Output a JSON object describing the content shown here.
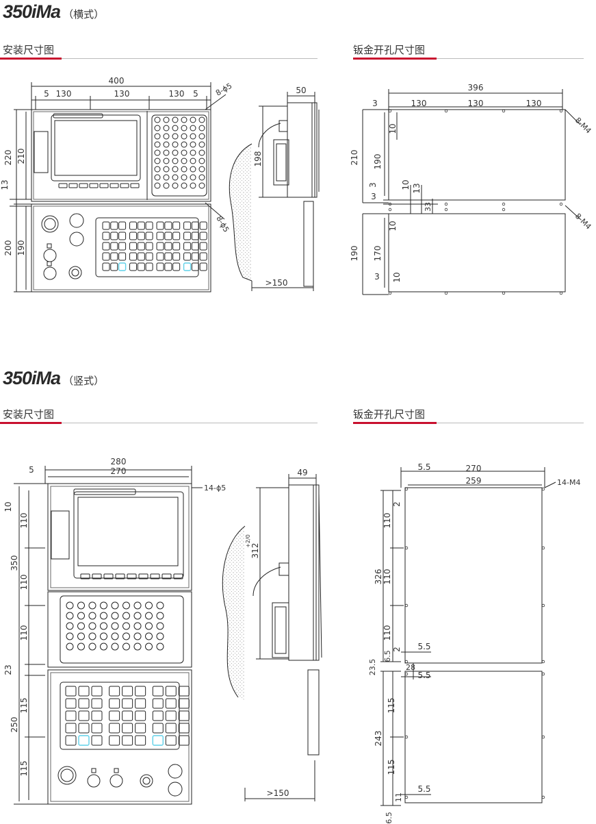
{
  "section1": {
    "model": "350iMa",
    "variant": "（横式）",
    "install_label": "安装尺寸图",
    "cutout_label": "钣金开孔尺寸图",
    "install_dims": {
      "w400": "400",
      "w5a": "5",
      "w130a": "130",
      "w130b": "130",
      "w130c": "130",
      "w5b": "5",
      "holes": "8-ϕ5",
      "holes2": "8-ϕ5",
      "h220": "220",
      "h210": "210",
      "h13": "13",
      "h200": "200",
      "h190": "190",
      "side50": "50",
      "side198": "198",
      "side150": ">150"
    },
    "cutout_dims": {
      "w396": "396",
      "w3": "3",
      "w130a": "130",
      "w130b": "130",
      "w130c": "130",
      "m4a": "8-M4",
      "m4b": "8-M4",
      "h210": "210",
      "h190": "190",
      "h10": "10",
      "h3a": "3",
      "h10b": "10",
      "h13": "13",
      "h3b": "3",
      "h33": "33",
      "h190b": "190",
      "h170": "170",
      "h10c": "10",
      "h3c": "3",
      "h10d": "10"
    }
  },
  "section2": {
    "model": "350iMa",
    "variant": "（竖式）",
    "install_label": "安装尺寸图",
    "cutout_label": "钣金开孔尺寸图",
    "install_dims": {
      "w280": "280",
      "w270": "270",
      "w5": "5",
      "holes": "14-ϕ5",
      "h10": "10",
      "h110a": "110",
      "h350": "350",
      "h110b": "110",
      "h110c": "110",
      "h23": "23",
      "h115a": "115",
      "h250": "250",
      "h115b": "115",
      "side49": "49",
      "side312": "312",
      "side312tol": "+2/0",
      "side150": ">150"
    },
    "cutout_dims": {
      "w5_5a": "5.5",
      "w270": "270",
      "w259": "259",
      "m4": "14-M4",
      "h2a": "2",
      "h110a": "110",
      "h326": "326",
      "h110b": "110",
      "h110c": "110",
      "h2b": "2",
      "h5_5b": "5.5",
      "h6_5a": "6.5",
      "h23_5": "23.5",
      "h28": "28",
      "h5_5c": "5.5",
      "h115a": "115",
      "h243": "243",
      "h115b": "115",
      "h11": "11",
      "h5_5d": "5.5",
      "h6_5b": "6.5"
    }
  },
  "colors": {
    "accent": "#c8102e",
    "line": "#222222",
    "rule": "#bbbbbb",
    "highlight": "#5ed0e8"
  }
}
